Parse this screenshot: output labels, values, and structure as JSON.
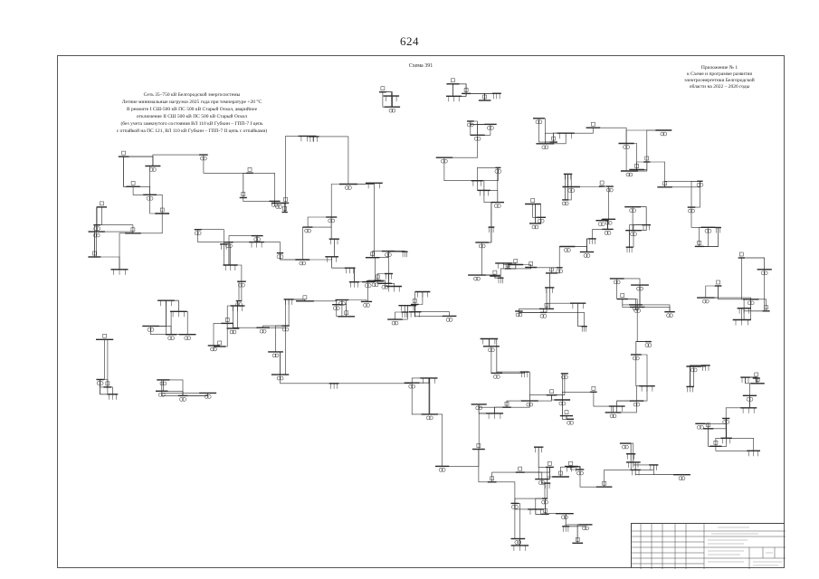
{
  "page": {
    "number": "624"
  },
  "sheet": {
    "scheme_title": "Схема 391",
    "appendix_lines": [
      "Приложение № 1",
      "к Схеме и программе развития",
      "электроэнергетики Белгородской",
      "области на 2022 – 2026 годы"
    ],
    "mode_description_lines": [
      "Сеть 35–750 кВ Белгородской энергосистемы",
      "Летние минимальные нагрузки 2025 года при температуре +20 °C",
      "В ремонте I СШ-500 кВ ПС 500 кВ Старый Оскол, аварийное",
      "отключение II СШ 500 кВ ПС 500 кВ Старый Оскол",
      "(без учета замкнутого состояния ВЛ 110 кВ Губкин – ГПП-7 I цепь",
      "с отпайкой на ПС 121, ВЛ 110 кВ Губкин – ГПП-7 II цепь с отпайками)"
    ]
  },
  "colors": {
    "ink": "#2b2b2b",
    "frame": "#555555",
    "background": "#ffffff"
  }
}
